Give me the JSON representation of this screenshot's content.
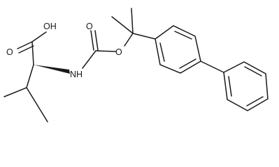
{
  "structure": {
    "atoms": {
      "hydroxyl": "OH",
      "carbonyl_oxygen_acid": "O",
      "amine": "NH",
      "carbamate_carbonyl_oxygen": "O",
      "ester_oxygen": "O"
    }
  }
}
